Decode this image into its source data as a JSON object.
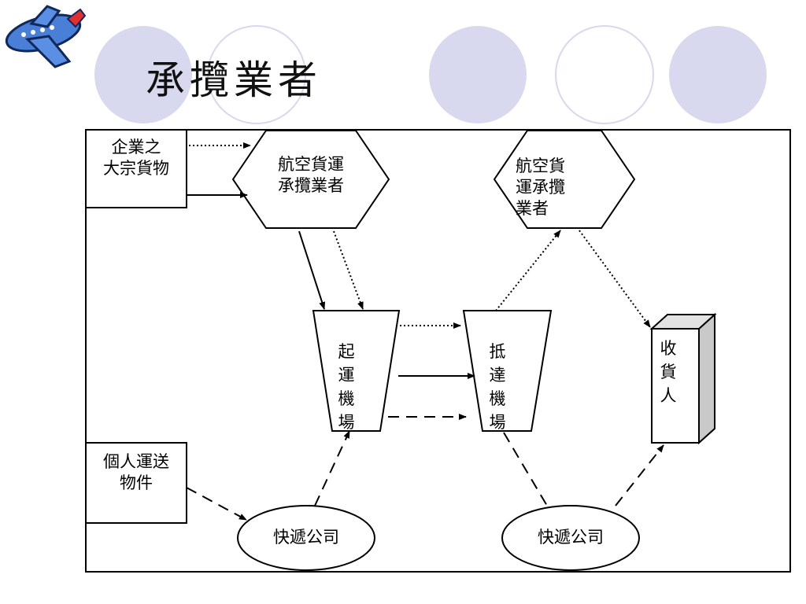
{
  "slide": {
    "title": "承攬業者",
    "accent_circle_fill": "#d8d8ee",
    "accent_circle_outline": "#d8d8ee"
  },
  "diagram": {
    "nodes": {
      "bulk_goods": {
        "lines": [
          "企業之",
          "大宗貨物"
        ]
      },
      "forwarder_origin": {
        "lines": [
          "航空貨運",
          "承攬業者"
        ]
      },
      "forwarder_dest": {
        "lines": [
          "航空貨",
          "運承攬",
          "業者"
        ]
      },
      "origin_airport": {
        "chars": [
          "起",
          "運",
          "機",
          "場"
        ]
      },
      "dest_airport": {
        "chars": [
          "抵",
          "達",
          "機",
          "場"
        ]
      },
      "consignee": {
        "chars": [
          "收",
          "貨",
          "人"
        ]
      },
      "personal_items": {
        "lines": [
          "個人運送",
          "物件"
        ]
      },
      "courier_origin": {
        "label": "快遞公司"
      },
      "courier_dest": {
        "label": "快遞公司"
      }
    },
    "icons": [
      "airplane-icon"
    ]
  }
}
